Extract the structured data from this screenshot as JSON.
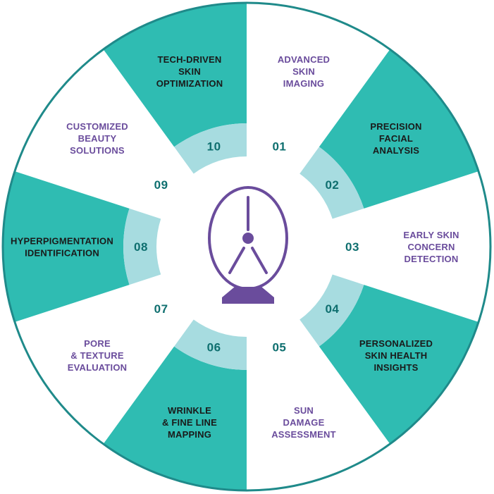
{
  "colors": {
    "teal": "#2fbcb2",
    "light_teal": "#a7dce0",
    "white": "#ffffff",
    "outline": "#1f8a8a",
    "number_text": "#0e6f6f",
    "dark_text": "#1a1a1a",
    "purple_text": "#6a4c9c",
    "icon": "#6a4c9c"
  },
  "center_icon": "mirror-device-icon",
  "segments": [
    {
      "number": "01",
      "lines": [
        "ADVANCED",
        "SKIN",
        "IMAGING"
      ],
      "fill": "white"
    },
    {
      "number": "02",
      "lines": [
        "PRECISION",
        "FACIAL",
        "ANALYSIS"
      ],
      "fill": "teal"
    },
    {
      "number": "03",
      "lines": [
        "EARLY SKIN",
        "CONCERN",
        "DETECTION"
      ],
      "fill": "white"
    },
    {
      "number": "04",
      "lines": [
        "PERSONALIZED",
        "SKIN HEALTH",
        "INSIGHTS"
      ],
      "fill": "teal"
    },
    {
      "number": "05",
      "lines": [
        "SUN",
        "DAMAGE",
        "ASSESSMENT"
      ],
      "fill": "white"
    },
    {
      "number": "06",
      "lines": [
        "WRINKLE",
        "& FINE LINE",
        "MAPPING"
      ],
      "fill": "teal"
    },
    {
      "number": "07",
      "lines": [
        "PORE",
        "& TEXTURE",
        "EVALUATION"
      ],
      "fill": "white"
    },
    {
      "number": "08",
      "lines": [
        "HYPERPIGMENTATION",
        "IDENTIFICATION"
      ],
      "fill": "teal"
    },
    {
      "number": "09",
      "lines": [
        "CUSTOMIZED",
        "BEAUTY",
        "SOLUTIONS"
      ],
      "fill": "white"
    },
    {
      "number": "10",
      "lines": [
        "TECH-DRIVEN",
        "SKIN",
        "OPTIMIZATION"
      ],
      "fill": "teal"
    }
  ]
}
